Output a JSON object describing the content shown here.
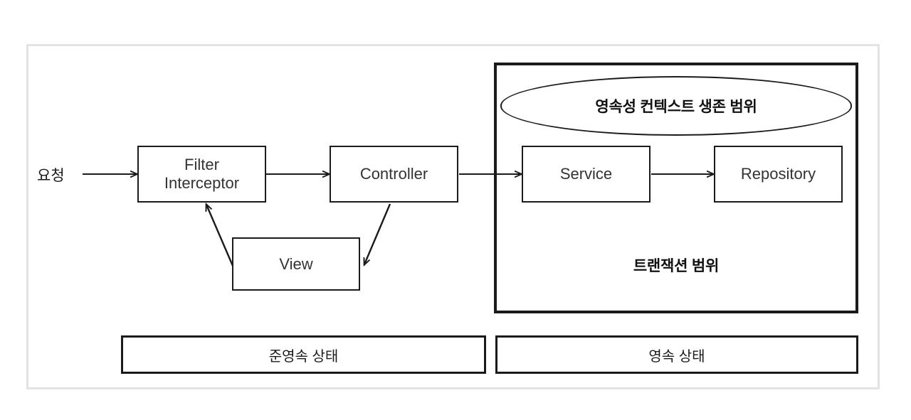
{
  "diagram": {
    "title": "Spring layered architecture persistence scope diagram",
    "background_color": "#ffffff",
    "frame_color": "#e3e3e3",
    "line_color": "#1b1b1b",
    "text_color": "#333333"
  },
  "entry": {
    "label": "요청",
    "arrow": "request-arrow"
  },
  "nodes": {
    "filter": {
      "line1": "Filter",
      "line2": "Interceptor"
    },
    "controller": {
      "label": "Controller"
    },
    "view": {
      "label": "View"
    },
    "service": {
      "label": "Service"
    },
    "repository": {
      "label": "Repository"
    }
  },
  "scopes": {
    "persistence_context": {
      "label": "영속성 컨텍스트 생존 범위",
      "shape": "oval",
      "bold": true
    },
    "transaction": {
      "label": "트랜잭션 범위",
      "shape": "rectangle",
      "bold": true
    }
  },
  "states": [
    {
      "label": "준영속 상태",
      "region": "left"
    },
    {
      "label": "영속 상태",
      "region": "right"
    }
  ],
  "connectors": [
    {
      "name": "request-to-filter",
      "from": "요청",
      "to": "Filter Interceptor",
      "style": "straight-arrow"
    },
    {
      "name": "filter-to-controller",
      "from": "Filter Interceptor",
      "to": "Controller",
      "style": "straight-arrow"
    },
    {
      "name": "controller-to-service",
      "from": "Controller",
      "to": "Service",
      "style": "straight-arrow"
    },
    {
      "name": "service-to-repository",
      "from": "Service",
      "to": "Repository",
      "style": "straight-arrow"
    },
    {
      "name": "controller-to-view",
      "from": "Controller",
      "to": "View",
      "style": "diagonal-arrow"
    },
    {
      "name": "view-to-filter",
      "from": "View",
      "to": "Filter Interceptor",
      "style": "diagonal-arrow"
    }
  ]
}
